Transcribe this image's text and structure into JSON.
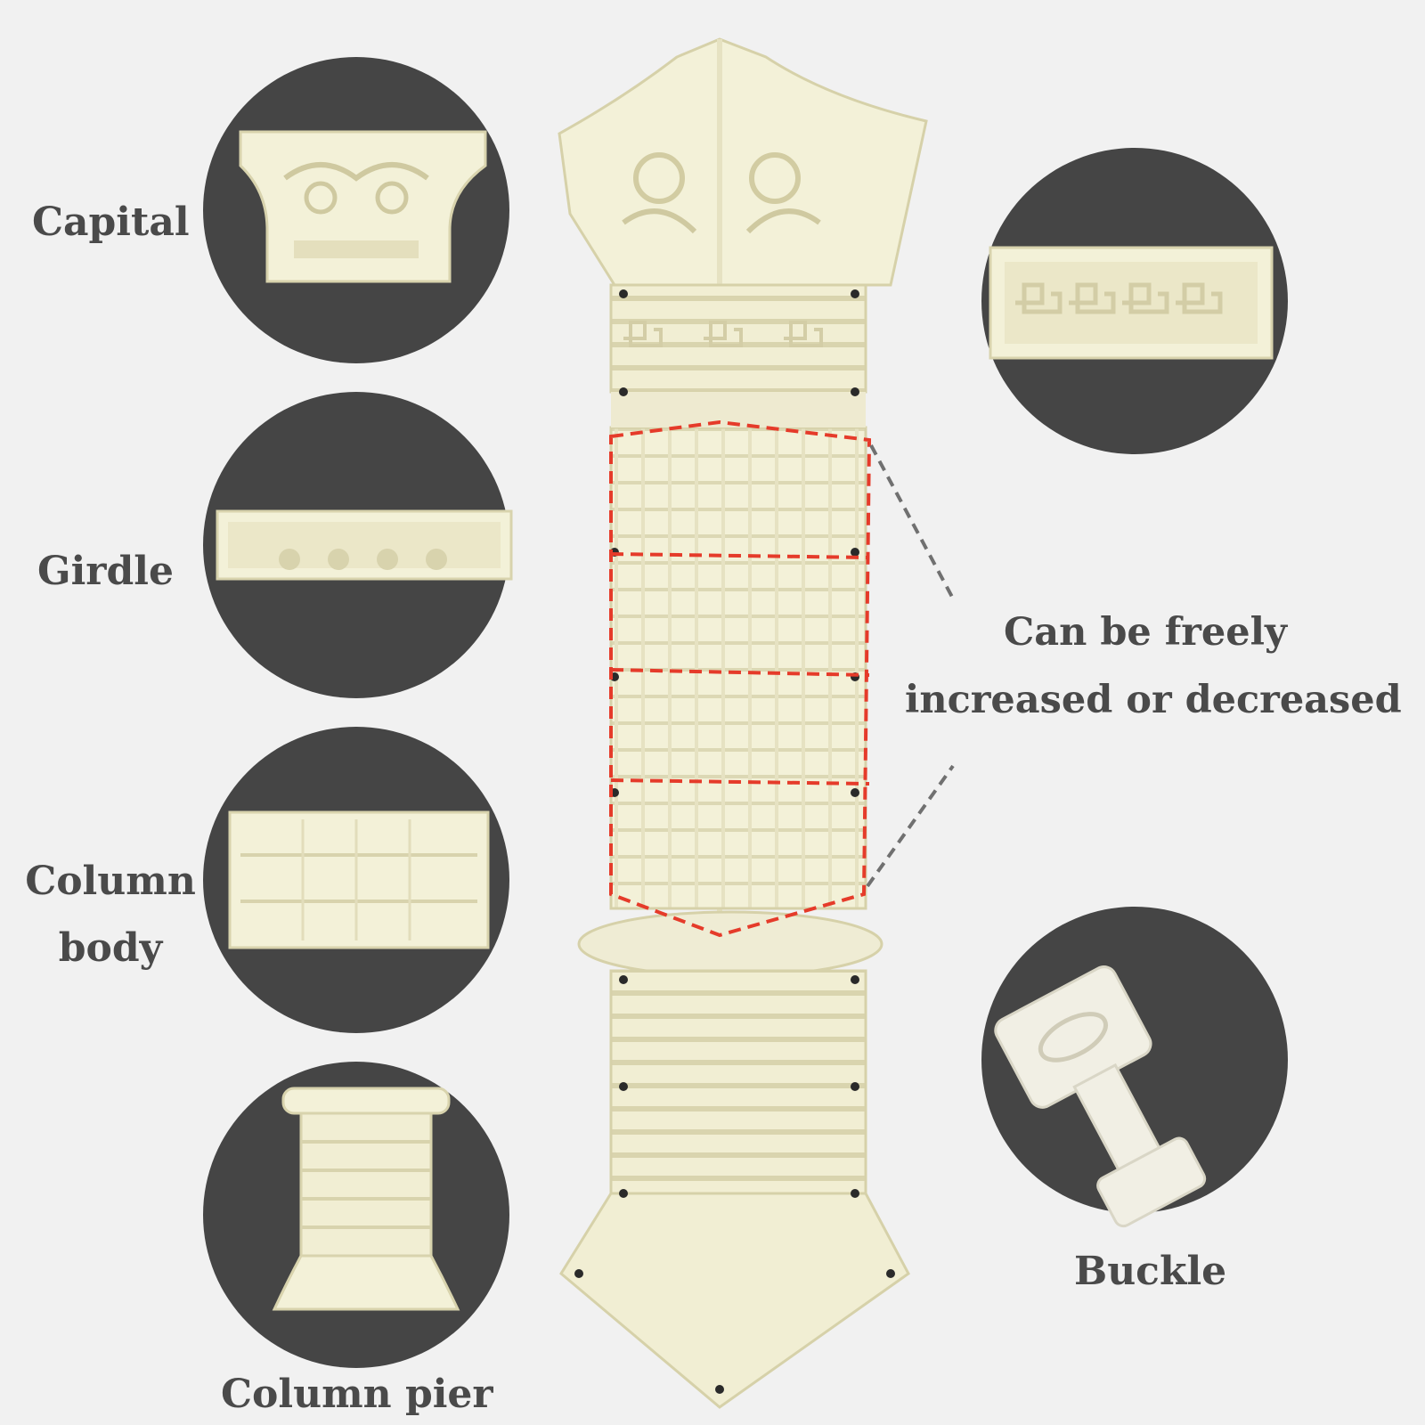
{
  "labels": {
    "capital": "Capital",
    "girdle": "Girdle",
    "column_body_line1": "Column",
    "column_body_line2": "body",
    "column_pier": "Column pier",
    "adjustable_line1": "Can be freely",
    "adjustable_line2": "increased or decreased",
    "buckle": "Buckle"
  },
  "colors": {
    "background": "#f1f1f1",
    "circle": "#454545",
    "mold": "#f3f1d8",
    "mold_shadow": "#dcd8b4",
    "highlight_dash": "#e53b2a",
    "leader_line": "#707070",
    "clip": "#2a2a2a"
  }
}
